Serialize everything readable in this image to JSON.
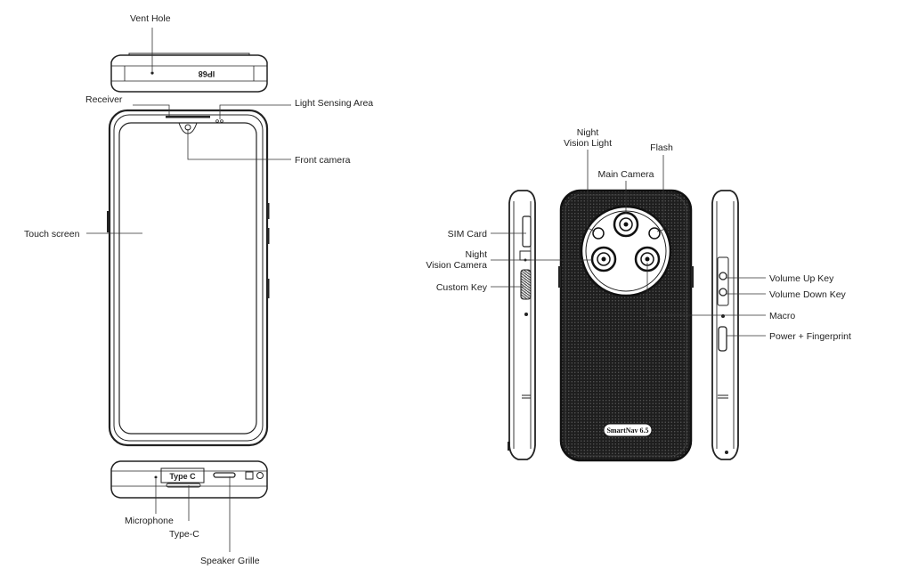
{
  "labels": {
    "vent_hole": "Vent Hole",
    "receiver": "Receiver",
    "light_sensing_area": "Light Sensing Area",
    "front_camera": "Front camera",
    "touch_screen": "Touch screen",
    "microphone": "Microphone",
    "type_c": "Type-C",
    "speaker_grille": "Speaker Grille",
    "night_vision_light_1": "Night",
    "night_vision_light_2": "Vision Light",
    "main_camera": "Main Camera",
    "flash": "Flash",
    "sim_card": "SIM Card",
    "night_vision_camera_1": "Night",
    "night_vision_camera_2": "Vision Camera",
    "custom_key": "Custom Key",
    "volume_up_key": "Volume Up Key",
    "volume_down_key": "Volume Down Key",
    "macro": "Macro",
    "power_fingerprint": "Power + Fingerprint"
  },
  "engravings": {
    "ip_rating": "IP68",
    "port_label": "Type C",
    "brand": "SmartNav 6.5"
  }
}
